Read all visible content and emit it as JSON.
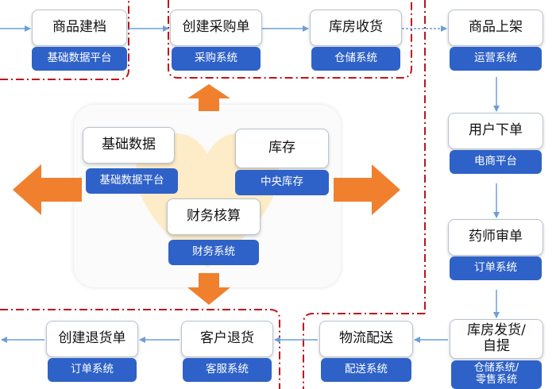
{
  "colors": {
    "system_bar": "#2f62c8",
    "connector": "#6a9fd8",
    "big_arrow": "#f0802d",
    "dash_border": "#c2121b",
    "heart": "#fde9bd"
  },
  "nodes": {
    "product_filing": {
      "title": "商品建档",
      "system": "基础数据平台"
    },
    "create_po": {
      "title": "创建采购单",
      "system": "采购系统"
    },
    "warehouse_receive": {
      "title": "库房收货",
      "system": "仓储系统"
    },
    "product_listing": {
      "title": "商品上架",
      "system": "运营系统"
    },
    "user_order": {
      "title": "用户下单",
      "system": "电商平台"
    },
    "pharmacist_review": {
      "title": "药师审单",
      "system": "订单系统"
    },
    "warehouse_ship": {
      "title": "库房发货/\n自提",
      "system": "仓储系统/\n零售系统"
    },
    "logistics": {
      "title": "物流配送",
      "system": "配送系统"
    },
    "customer_return": {
      "title": "客户退货",
      "system": "客服系统"
    },
    "create_return": {
      "title": "创建退货单",
      "system": "订单系统"
    }
  },
  "hub": {
    "master_data": {
      "title": "基础数据",
      "system": "基础数据平台"
    },
    "inventory": {
      "title": "库存",
      "system": "中央库存"
    },
    "finance": {
      "title": "财务核算",
      "system": "财务系统"
    }
  }
}
